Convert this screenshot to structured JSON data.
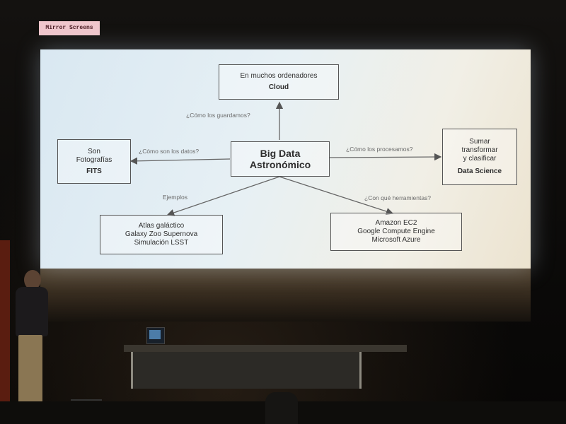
{
  "badge": {
    "label": "Mirror Screens"
  },
  "slide": {
    "center": {
      "line1": "Big Data",
      "line2": "Astronómico"
    },
    "nodes": {
      "top": {
        "line1": "En muchos ordenadores",
        "line2": "Cloud"
      },
      "left": {
        "line1": "Son",
        "line2": "Fotografías",
        "line3": "FITS"
      },
      "right": {
        "line1": "Sumar",
        "line2": "transformar",
        "line3": "y clasificar",
        "line4": "Data Science"
      },
      "bottom_left": {
        "line1": "Atlas galáctico",
        "line2": "Galaxy Zoo Supernova",
        "line3": "Simulación LSST"
      },
      "bottom_right": {
        "line1": "Amazon EC2",
        "line2": "Google Compute Engine",
        "line3": "Microsoft Azure"
      }
    },
    "edge_labels": {
      "top": "¿Cómo los guardamos?",
      "left": "¿Cómo son los datos?",
      "right": "¿Cómo los procesamos?",
      "bottom_left": "Ejemplos",
      "bottom_right": "¿Con qué herramientas?"
    }
  },
  "colors": {
    "screen": "#e3eef3",
    "text": "#2e2e2e",
    "badge": "#f0c6cc"
  }
}
